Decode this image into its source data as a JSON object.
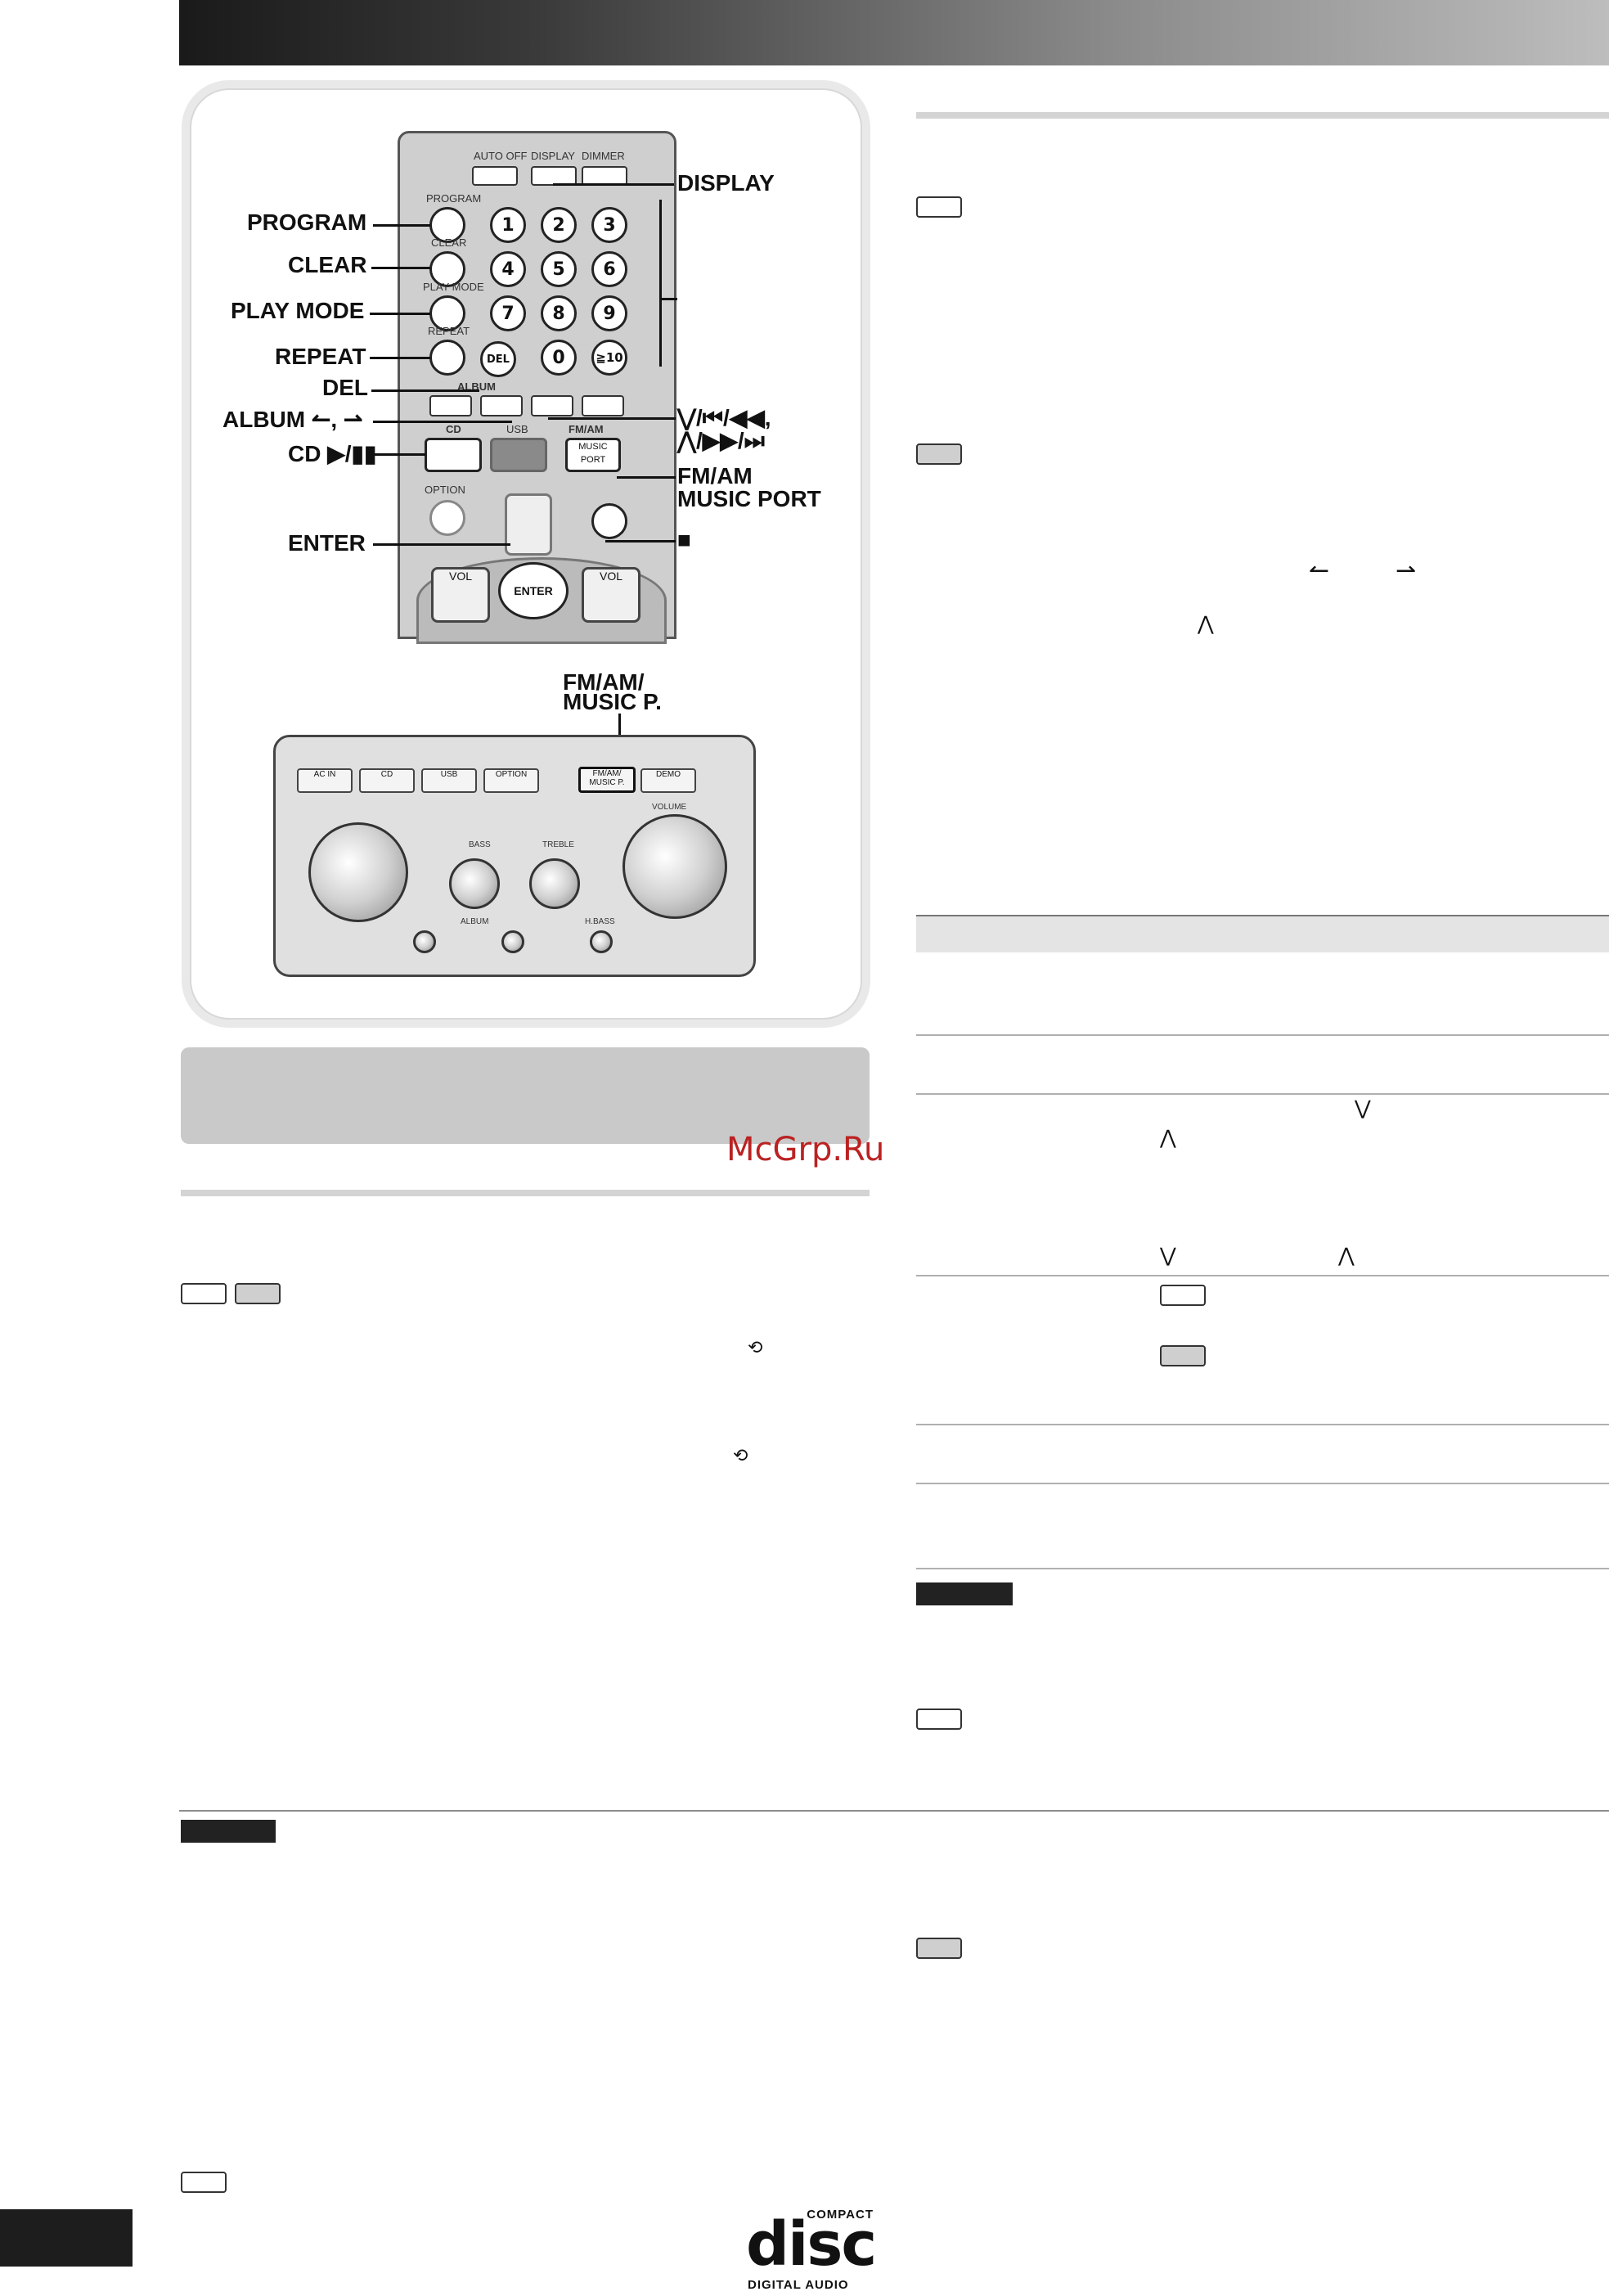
{
  "watermark": "McGrp.Ru",
  "remote_callouts": {
    "display": "DISPLAY",
    "program": "PROGRAM",
    "clear": "CLEAR",
    "play_mode": "PLAY MODE",
    "repeat": "REPEAT",
    "del": "DEL",
    "album": "ALBUM ↼, ⇀",
    "cd_play": "CD ▶/▮▮",
    "enter": "ENTER",
    "skip_line1": "⋁/⏮/◀◀,",
    "skip_line2": "⋀/▶▶/⏭",
    "fm_am_line1": "FM/AM",
    "fm_am_line2": "MUSIC PORT",
    "stop": "■"
  },
  "remote_buttons": {
    "auto_off": "AUTO OFF",
    "display": "DISPLAY",
    "dimmer": "DIMMER",
    "program": "PROGRAM",
    "clear": "CLEAR",
    "play_mode": "PLAY MODE",
    "repeat": "REPEAT",
    "del": "DEL",
    "album": "ALBUM",
    "cd": "CD",
    "usb": "USB",
    "fm_am": "FM/AM",
    "music_port": "MUSIC PORT",
    "option": "OPTION",
    "enter": "ENTER",
    "vol": "VOL",
    "numbers": [
      "1",
      "2",
      "3",
      "4",
      "5",
      "6",
      "7",
      "8",
      "9",
      "0",
      "≧10"
    ]
  },
  "unit_callout_line1": "FM/AM/",
  "unit_callout_line2": "MUSIC P.",
  "unit_buttons": [
    "AC IN",
    "CD",
    "USB",
    "OPTION",
    "FM/AM/ MUSIC P.",
    "DEMO"
  ],
  "unit_labels": {
    "bass": "BASS",
    "treble": "TREBLE",
    "volume": "VOLUME",
    "album": "ALBUM",
    "h_bass": "H.BASS"
  },
  "cd_logo": {
    "top": "COMPACT",
    "main": "disc",
    "bottom": "DIGITAL AUDIO"
  }
}
